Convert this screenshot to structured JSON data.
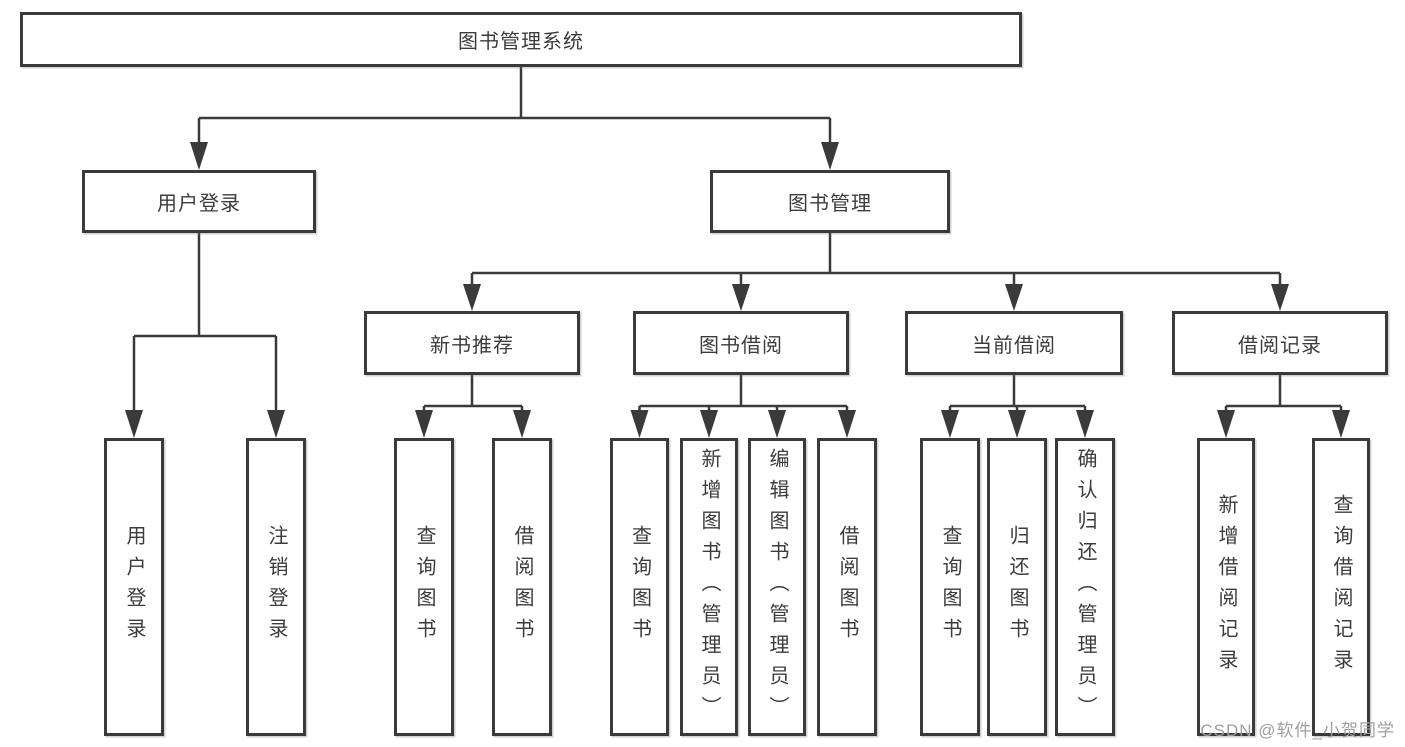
{
  "colors": {
    "background": "#ffffff",
    "line": "#3a3a3a",
    "box_border": "#3a3a3a",
    "box_fill": "#ffffff",
    "text": "#3c3c3c",
    "watermark": "#9f9f9f"
  },
  "watermark": "CSDN @软件_小贺同学",
  "nodes": {
    "root": {
      "label": "图书管理系统"
    },
    "user_login": {
      "label": "用户登录"
    },
    "book_mgmt": {
      "label": "图书管理"
    },
    "new_books": {
      "label": "新书推荐"
    },
    "book_borrow": {
      "label": "图书借阅"
    },
    "current_borrow": {
      "label": "当前借阅"
    },
    "borrow_records": {
      "label": "借阅记录"
    },
    "leaf_user_login": {
      "label": "用户登录"
    },
    "leaf_logout": {
      "label": "注销登录"
    },
    "leaf_nb_search": {
      "label": "查询图书"
    },
    "leaf_nb_borrow": {
      "label": "借阅图书"
    },
    "leaf_bb_search": {
      "label": "查询图书"
    },
    "leaf_bb_add": {
      "label": "新增图书（管理员）"
    },
    "leaf_bb_edit": {
      "label": "编辑图书（管理员）"
    },
    "leaf_bb_borrow": {
      "label": "借阅图书"
    },
    "leaf_cb_search": {
      "label": "查询图书"
    },
    "leaf_cb_return": {
      "label": "归还图书"
    },
    "leaf_cb_confirm": {
      "label": "确认归还（管理员）"
    },
    "leaf_br_add": {
      "label": "新增借阅记录"
    },
    "leaf_br_search": {
      "label": "查询借阅记录"
    }
  },
  "tree": {
    "图书管理系统": {
      "用户登录": [
        "用户登录",
        "注销登录"
      ],
      "图书管理": {
        "新书推荐": [
          "查询图书",
          "借阅图书"
        ],
        "图书借阅": [
          "查询图书",
          "新增图书（管理员）",
          "编辑图书（管理员）",
          "借阅图书"
        ],
        "当前借阅": [
          "查询图书",
          "归还图书",
          "确认归还（管理员）"
        ],
        "借阅记录": [
          "新增借阅记录",
          "查询借阅记录"
        ]
      }
    }
  }
}
